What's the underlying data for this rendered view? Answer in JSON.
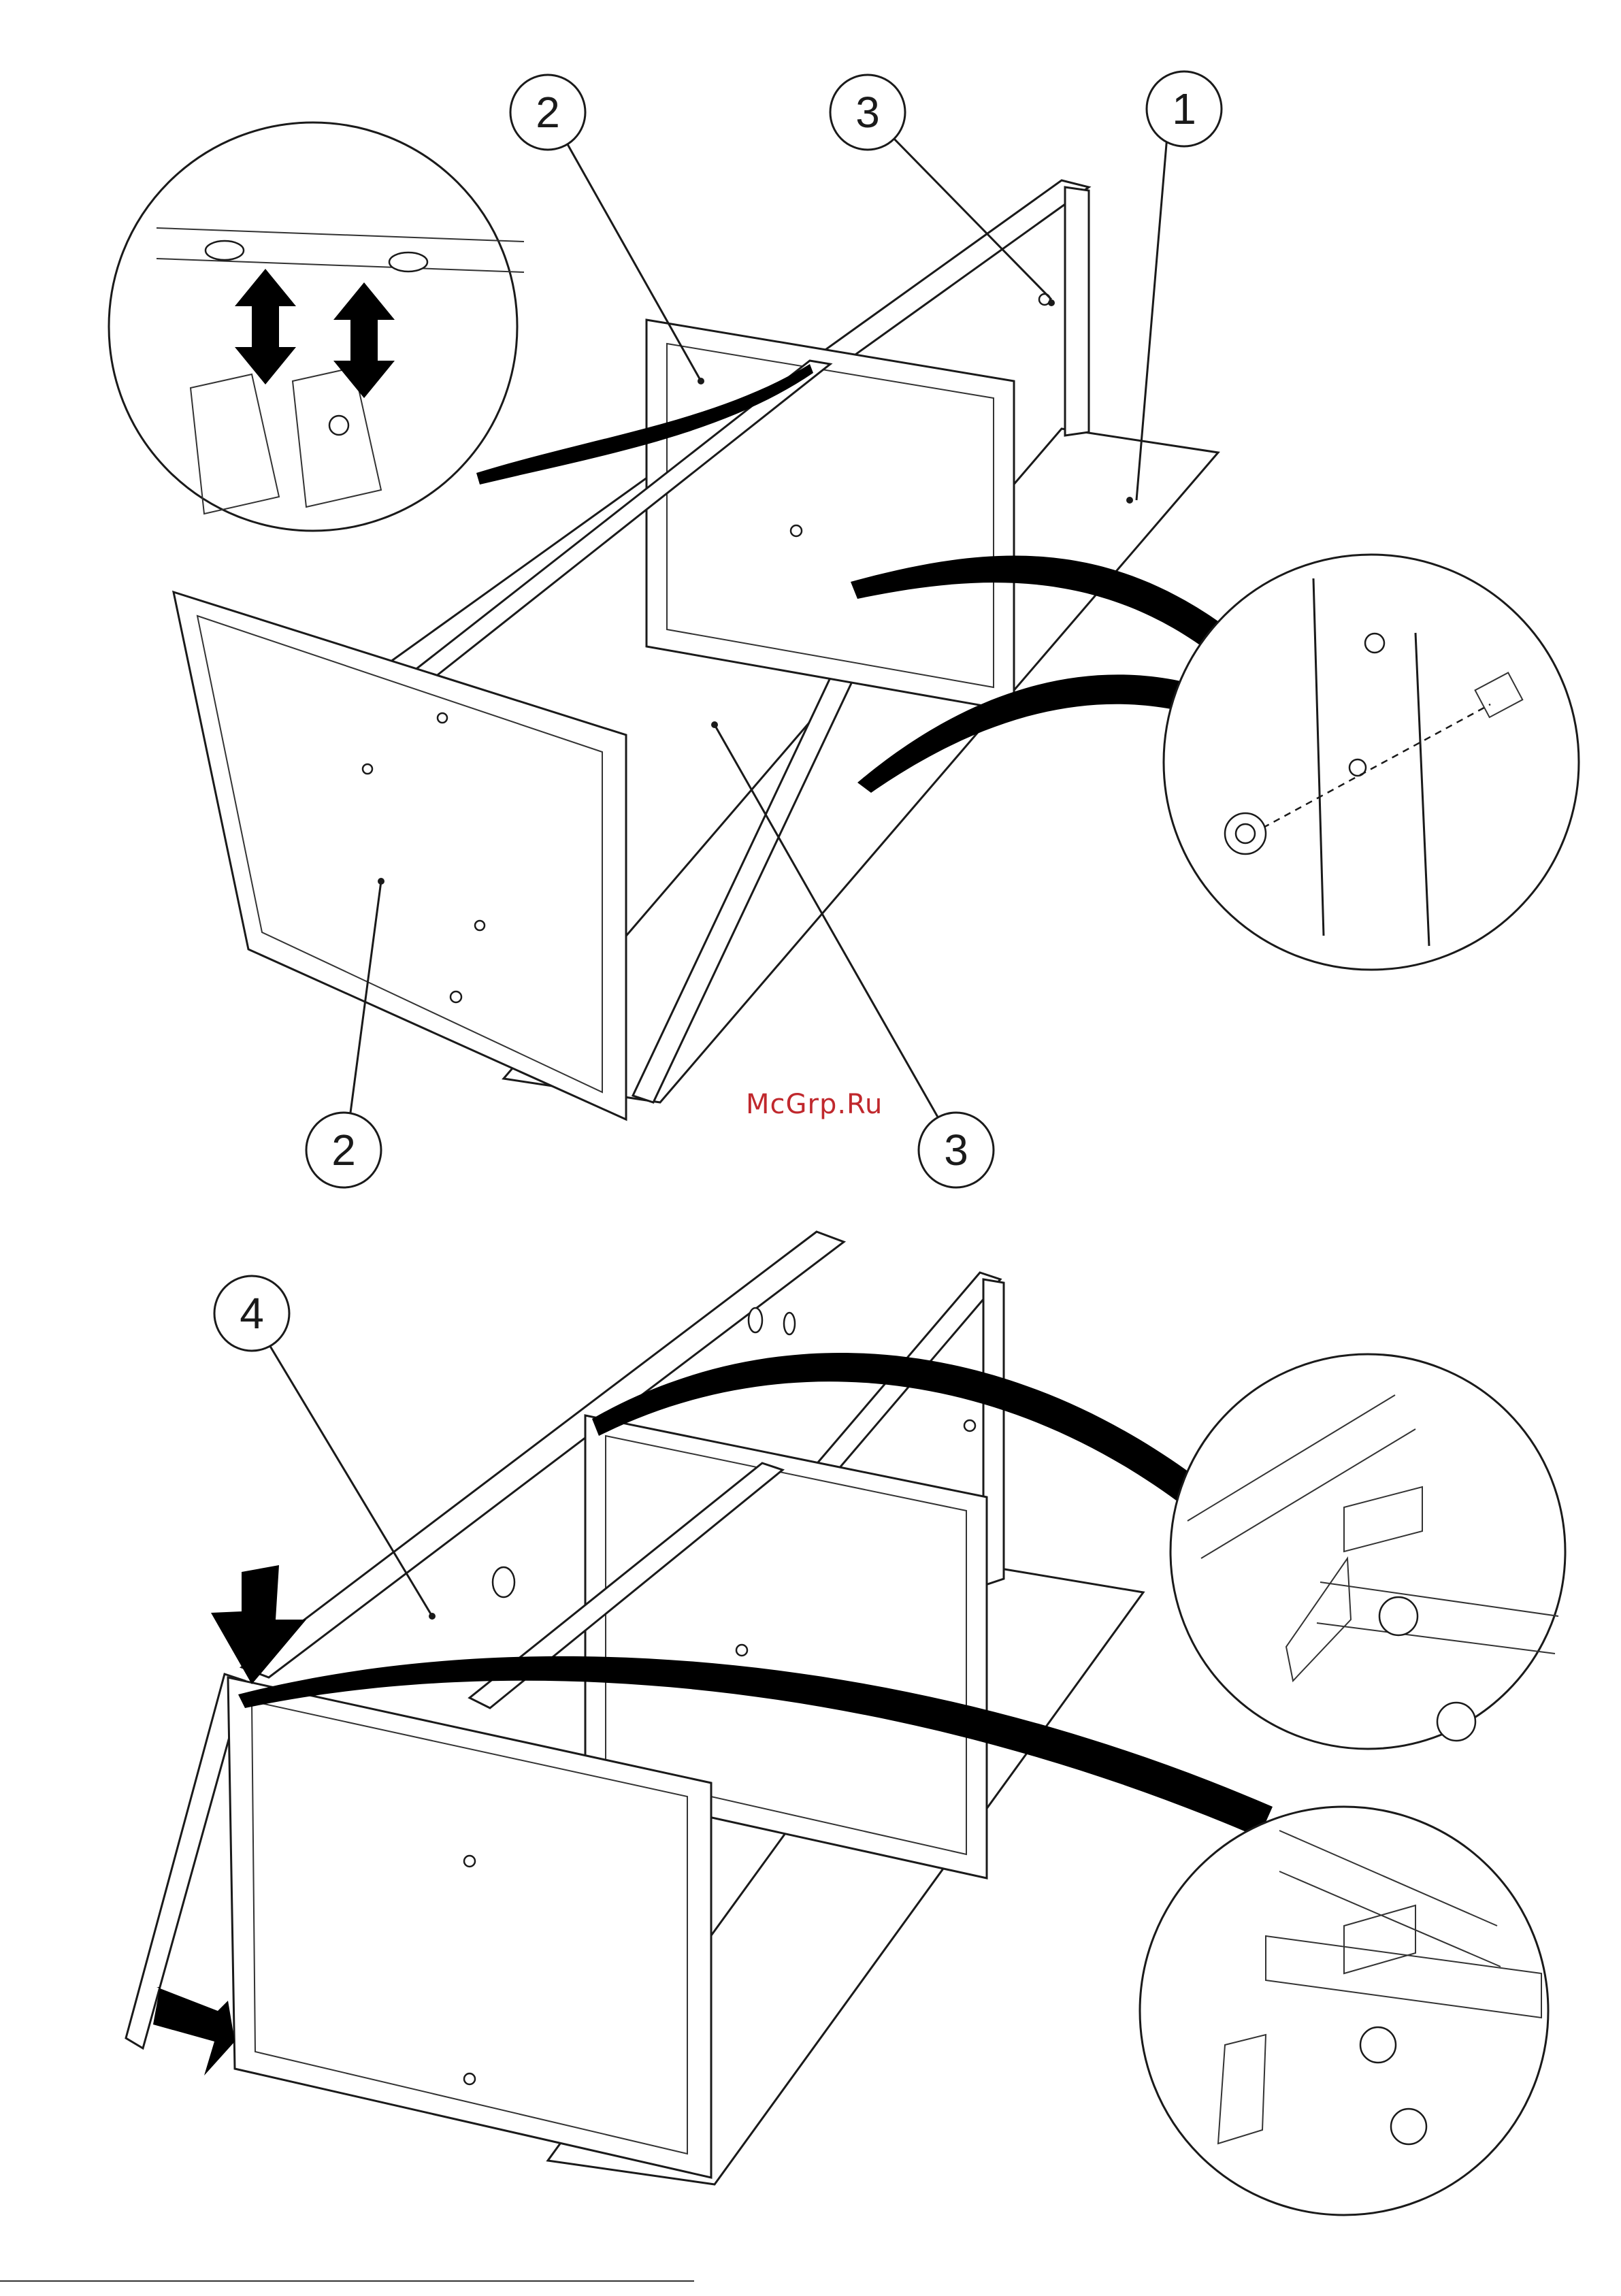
{
  "labels": {
    "l1": "1",
    "l2_top": "2",
    "l3_top": "3",
    "l2_bottom": "2",
    "l3_bottom": "3",
    "l4": "4"
  },
  "watermark": {
    "text": "McGrp.Ru",
    "color": "#c0282d"
  },
  "colors": {
    "ink": "#1a1a1a",
    "paper": "#ffffff"
  }
}
